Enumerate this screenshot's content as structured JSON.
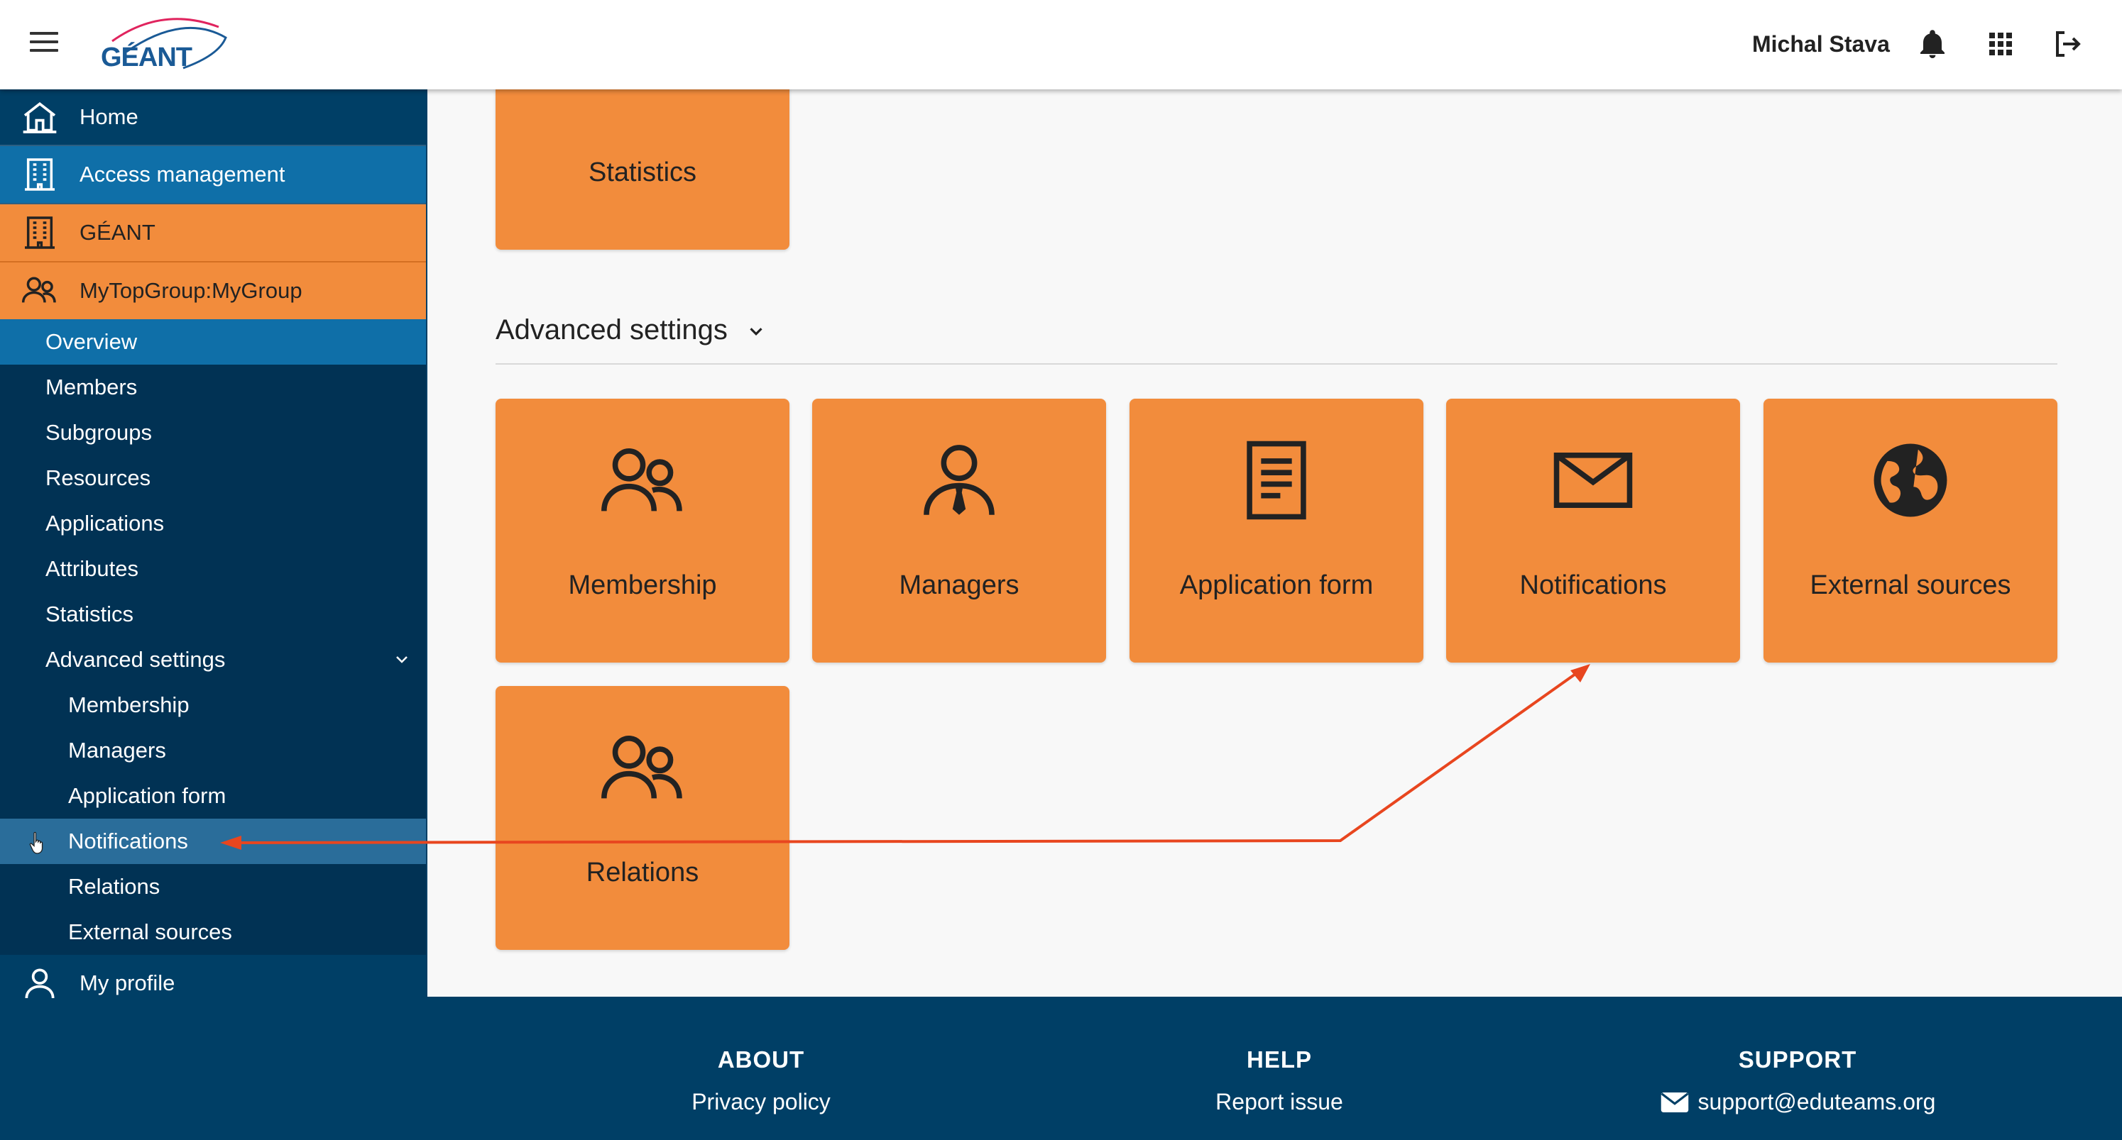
{
  "header": {
    "logo_text": "GÉANT",
    "user_name": "Michal Stava",
    "icons": [
      "menu-icon",
      "bell-icon",
      "apps-grid-icon",
      "logout-icon"
    ]
  },
  "sidebar": {
    "main_items": [
      {
        "label": "Home",
        "icon": "home-icon"
      },
      {
        "label": "Access management",
        "icon": "building-icon"
      },
      {
        "label": "GÉANT",
        "icon": "building-icon"
      },
      {
        "label": "MyTopGroup:MyGroup",
        "icon": "group-icon"
      }
    ],
    "group_items": [
      "Overview",
      "Members",
      "Subgroups",
      "Resources",
      "Applications",
      "Attributes",
      "Statistics",
      "Advanced settings"
    ],
    "advanced_items": [
      "Membership",
      "Managers",
      "Application form",
      "Notifications",
      "Relations",
      "External sources"
    ],
    "profile": {
      "label": "My profile",
      "icon": "person-icon"
    }
  },
  "main": {
    "top_tile": {
      "label": "Statistics"
    },
    "section_title": "Advanced settings",
    "tiles": [
      {
        "label": "Membership",
        "icon": "group-icon"
      },
      {
        "label": "Managers",
        "icon": "manager-icon"
      },
      {
        "label": "Application form",
        "icon": "document-icon"
      },
      {
        "label": "Notifications",
        "icon": "envelope-icon"
      },
      {
        "label": "External sources",
        "icon": "globe-icon"
      },
      {
        "label": "Relations",
        "icon": "group-icon"
      }
    ]
  },
  "footer": {
    "about": {
      "heading": "ABOUT",
      "link": "Privacy policy"
    },
    "help": {
      "heading": "HELP",
      "link": "Report issue"
    },
    "support": {
      "heading": "SUPPORT",
      "link": "support@eduteams.org"
    }
  },
  "colors": {
    "primary": "#003f66",
    "active": "#0f6fa8",
    "accent": "#f28c3c",
    "annotation": "#e8461f"
  }
}
